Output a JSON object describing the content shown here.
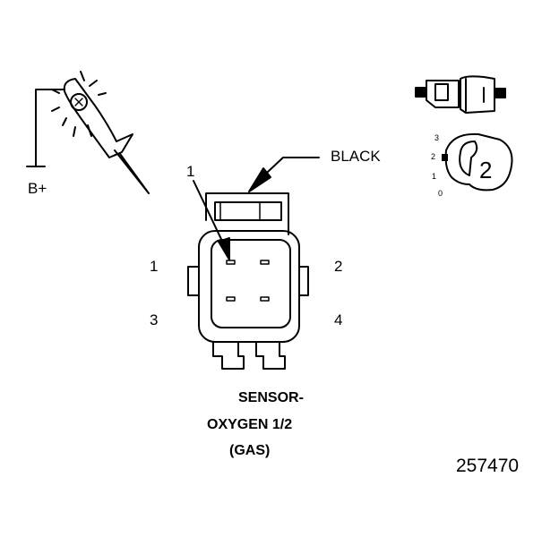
{
  "supply_label": "B+",
  "wire_color_label": "BLACK",
  "callout_number": "1",
  "pins": {
    "pin1": "1",
    "pin2": "2",
    "pin3": "3",
    "pin4": "4"
  },
  "caption": {
    "line1": "SENSOR-",
    "line2": "OXYGEN 1/2",
    "line3": "(GAS)"
  },
  "probe_position_scale": {
    "tick3": "3",
    "tick2": "2",
    "tick1": "1",
    "tick0": "0",
    "selected_position": "2"
  },
  "figure_number": "257470"
}
